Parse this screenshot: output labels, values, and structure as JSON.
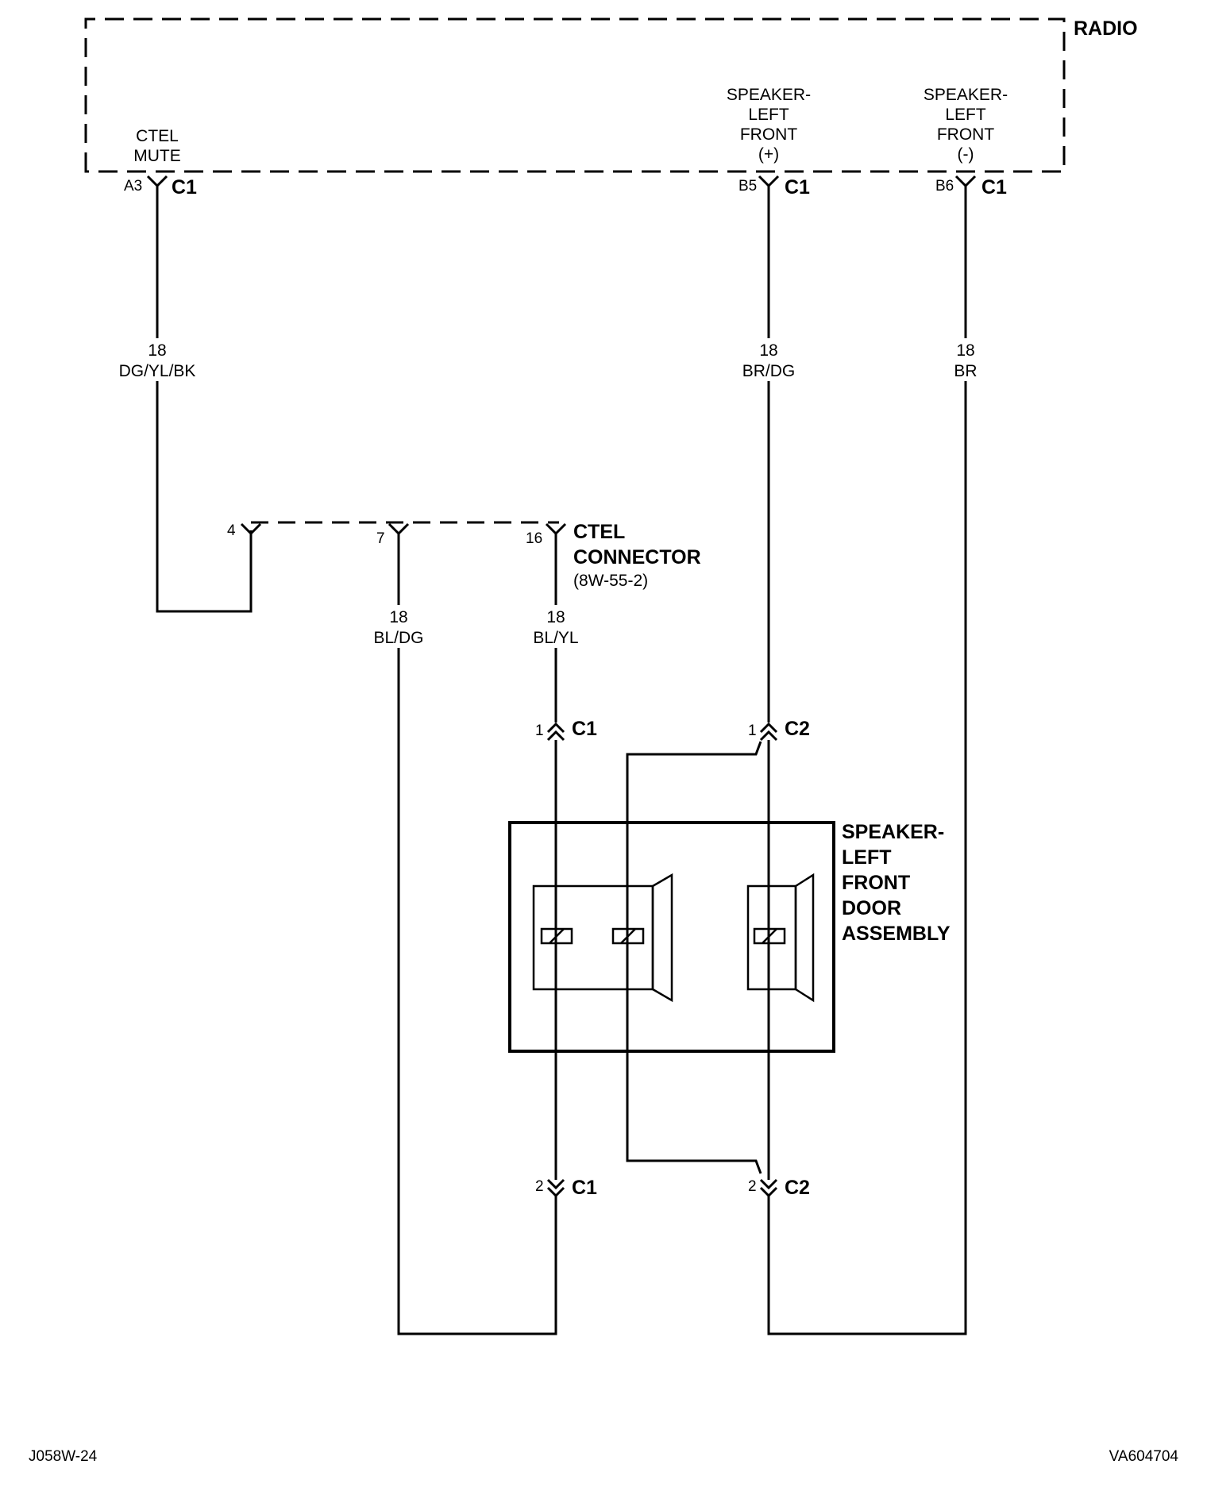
{
  "radio": {
    "title": "RADIO",
    "pin_ctel_mute": {
      "label1": "CTEL",
      "label2": "MUTE",
      "pin": "A3",
      "conn": "C1"
    },
    "pin_spk_pos": {
      "label1": "SPEAKER-",
      "label2": "LEFT",
      "label3": "FRONT",
      "label4": "(+)",
      "pin": "B5",
      "conn": "C1"
    },
    "pin_spk_neg": {
      "label1": "SPEAKER-",
      "label2": "LEFT",
      "label3": "FRONT",
      "label4": "(-)",
      "pin": "B6",
      "conn": "C1"
    }
  },
  "wires": {
    "mute": {
      "gauge": "18",
      "color": "DG/YL/BK"
    },
    "spk_pos": {
      "gauge": "18",
      "color": "BR/DG"
    },
    "spk_neg": {
      "gauge": "18",
      "color": "BR"
    },
    "ctel_7": {
      "gauge": "18",
      "color": "BL/DG"
    },
    "ctel_16": {
      "gauge": "18",
      "color": "BL/YL"
    }
  },
  "ctel_connector": {
    "title1": "CTEL",
    "title2": "CONNECTOR",
    "ref": "(8W-55-2)",
    "pin_4": "4",
    "pin_7": "7",
    "pin_16": "16"
  },
  "speaker_assembly": {
    "line1": "SPEAKER-",
    "line2": "LEFT",
    "line3": "FRONT",
    "line4": "DOOR",
    "line5": "ASSEMBLY",
    "c1_top_pin": "1",
    "c1_top_conn": "C1",
    "c2_top_pin": "1",
    "c2_top_conn": "C2",
    "c1_bot_pin": "2",
    "c1_bot_conn": "C1",
    "c2_bot_pin": "2",
    "c2_bot_conn": "C2"
  },
  "footer": {
    "left_code": "J058W-24",
    "right_code": "VA604704"
  }
}
